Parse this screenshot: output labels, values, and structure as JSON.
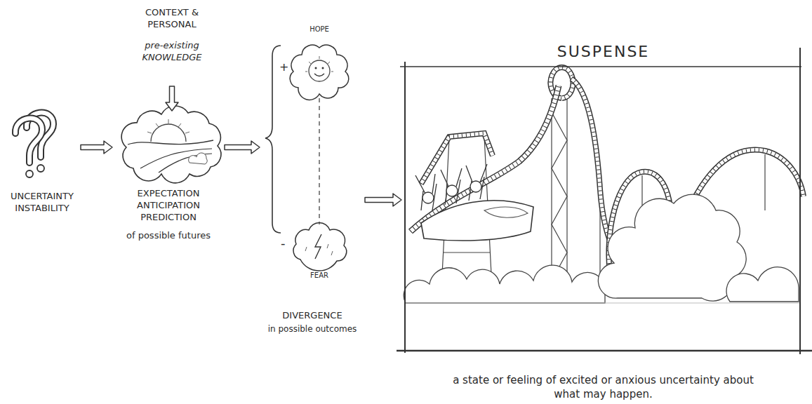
{
  "diagram": {
    "nodes": [
      {
        "text": [
          "UNCERTAINTY INSTABILITY"
        ]
      },
      {
        "text": [
          "CONTEXT & PERSONAL",
          "pre-existing KNOWLEDGE"
        ]
      },
      {
        "text": [
          "EXPECTATION ANTICIPATION PREDICTION",
          "of possible futures"
        ]
      },
      {
        "text": [
          "DIVERGENCE",
          "in possible outcomes"
        ]
      },
      {
        "text": [
          "HOPE"
        ],
        "in": 3
      },
      {
        "text": [
          "FEAR"
        ],
        "in": 3
      },
      {
        "text": [
          "SUSPENSE",
          "a state or feeling of excited or anxious uncertainty about what may happen."
        ]
      }
    ],
    "edges": [
      {
        "from": 0,
        "to": 2,
        "arrow": "to"
      },
      {
        "from": 1,
        "to": 2,
        "arrow": "to"
      },
      {
        "from": 2,
        "to": 3,
        "arrow": "to"
      },
      {
        "from": 4,
        "to": 5,
        "arrow": "none"
      },
      {
        "from": 3,
        "to": 6,
        "arrow": "to"
      }
    ],
    "labels": [
      "+",
      "-"
    ]
  }
}
